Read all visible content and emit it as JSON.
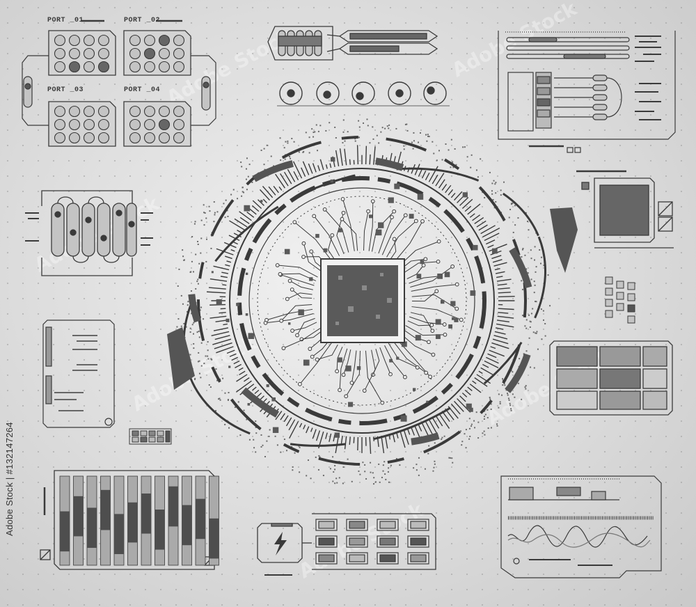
{
  "ports": [
    {
      "label": "PORT _01"
    },
    {
      "label": "PORT _02"
    },
    {
      "label": "PORT _03"
    },
    {
      "label": "PORT _04"
    }
  ],
  "watermark": {
    "vertical_text": "Adobe Stock | #132147264",
    "tile_text": "Adobe Stock"
  },
  "icons": {
    "lightning": "lightning-bolt-icon",
    "chip": "microchip-icon"
  },
  "equalizer": {
    "levels": [
      0.38,
      0.55,
      0.42,
      0.62,
      0.35,
      0.48,
      0.58,
      0.4,
      0.66,
      0.45,
      0.52,
      0.3
    ]
  },
  "colors": {
    "background": "#dcdcdc",
    "line": "#3a3a3a",
    "dark_fill": "#555555",
    "mid_fill": "#8a8a8a",
    "light_fill": "#c4c4c4"
  }
}
